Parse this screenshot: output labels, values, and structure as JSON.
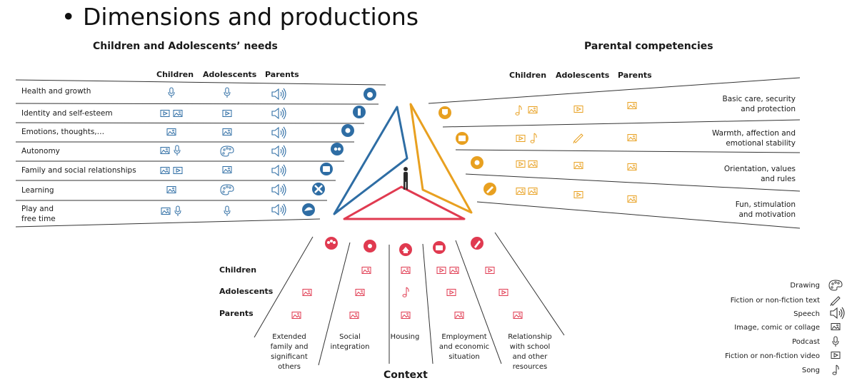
{
  "title": "• Dimensions and productions",
  "left": {
    "title": "Children and Adolescents’ needs",
    "columns": [
      "Children",
      "Adolescents",
      "Parents"
    ],
    "rows": [
      {
        "label": "Health and growth"
      },
      {
        "label": "Identity and self-esteem"
      },
      {
        "label": "Emotions, thoughts,…"
      },
      {
        "label": "Autonomy"
      },
      {
        "label": "Family and social relationships"
      },
      {
        "label": "Learning"
      },
      {
        "label": "Play and\nfree time"
      }
    ]
  },
  "right": {
    "title": "Parental competencies",
    "columns": [
      "Children",
      "Adolescents",
      "Parents"
    ],
    "rows": [
      {
        "label": "Basic care, security\nand protection"
      },
      {
        "label": "Warmth, affection and\nemotional stability"
      },
      {
        "label": "Orientation, values\nand rules"
      },
      {
        "label": "Fun, stimulation\nand motivation"
      }
    ]
  },
  "context": {
    "title": "Context",
    "row_labels": [
      "Children",
      "Adolescents",
      "Parents"
    ],
    "columns": [
      {
        "label": "Extended\nfamily and\nsignificant\nothers"
      },
      {
        "label": "Social\nintegration"
      },
      {
        "label": "Housing"
      },
      {
        "label": "Employment\nand economic\nsituation"
      },
      {
        "label": "Relationship\nwith school\nand other\nresources"
      }
    ]
  },
  "legend": [
    {
      "label": "Drawing",
      "icon": "drawing-icon"
    },
    {
      "label": "Fiction or non-fiction text",
      "icon": "pencil-icon"
    },
    {
      "label": "Speech",
      "icon": "speaker-icon"
    },
    {
      "label": "Image, comic or collage",
      "icon": "image-icon"
    },
    {
      "label": "Podcast",
      "icon": "microphone-icon"
    },
    {
      "label": "Fiction or non-fiction video",
      "icon": "video-icon"
    },
    {
      "label": "Song",
      "icon": "music-note-icon"
    }
  ],
  "colors": {
    "blue": "#2e6da4",
    "orange": "#e8a020",
    "red": "#e03a50",
    "line": "#333333"
  }
}
